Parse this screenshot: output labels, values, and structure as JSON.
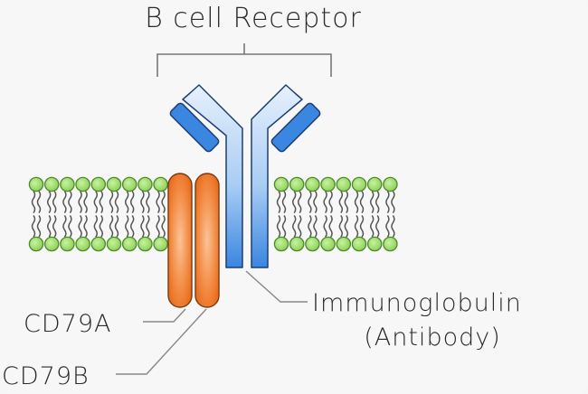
{
  "diagram": {
    "title": "B cell Receptor",
    "labels": {
      "immunoglobulin_line1": "Immunoglobulin",
      "immunoglobulin_line2": "(Antibody)",
      "cd79a": "CD79A",
      "cd79b": "CD79B"
    },
    "membrane": {
      "left_heads_per_row": 9,
      "right_heads_per_row": 8
    },
    "colors": {
      "lipid_head": "#9fe06a",
      "lipid_head_stroke": "#4e8a2d",
      "lipid_tail": "#555555",
      "antibody_blue": "#3a86e0",
      "antibody_light": "#d7e8fb",
      "cd79_orange": "#f07a2a",
      "text": "#2b2b2b",
      "leader_line": "#888888"
    }
  }
}
